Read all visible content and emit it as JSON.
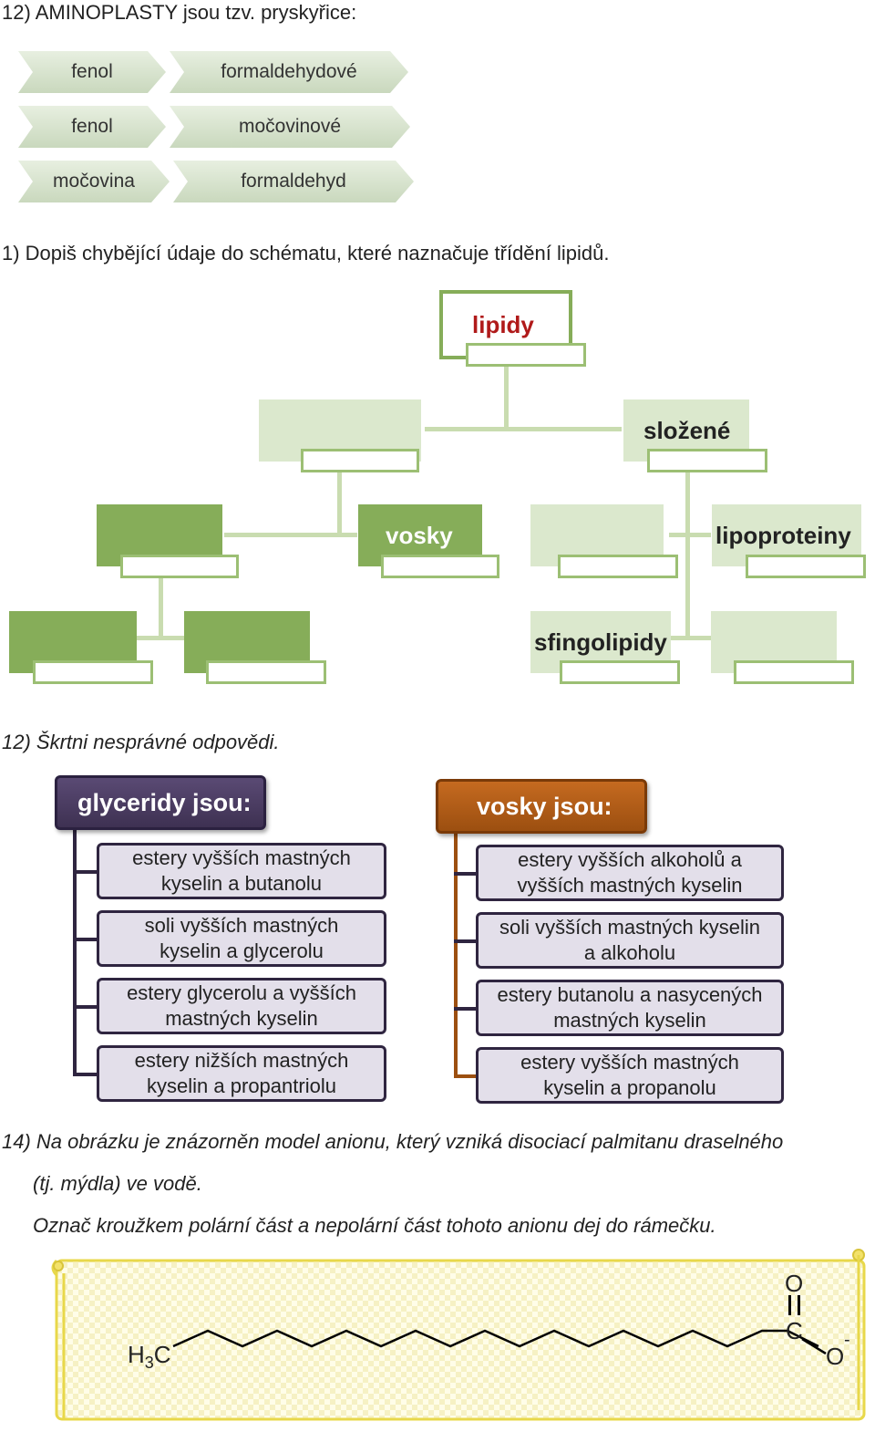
{
  "q12_aminoplasty": {
    "title": "12) AMINOPLASTY jsou tzv. pryskyřice:",
    "rows": [
      {
        "left": "fenol",
        "right": "formaldehydové"
      },
      {
        "left": "fenol",
        "right": "močovinové"
      },
      {
        "left": "močovina",
        "right": "formaldehyd"
      }
    ]
  },
  "q1_lipids": {
    "title": "1) Dopiš chybějící údaje do schématu, které naznačuje třídění lipidů.",
    "root": "lipidy",
    "slozene": "složené",
    "vosky": "vosky",
    "lipoproteiny": "lipoproteiny",
    "sfingolipidy": "sfingolipidy",
    "accent": "#86ad59"
  },
  "q12_skrtni": {
    "title": "12) Škrtni nesprávné odpovědi.",
    "glyceridy": {
      "header": "glyceridy jsou:",
      "items": [
        [
          "estery vyšších mastných",
          "kyselin a butanolu"
        ],
        [
          "soli vyšších mastných",
          "kyselin a glycerolu"
        ],
        [
          "estery glycerolu a vyšších",
          "mastných kyselin"
        ],
        [
          "estery nižších mastných",
          "kyselin a propantriolu"
        ]
      ]
    },
    "vosky": {
      "header": "vosky jsou:",
      "items": [
        [
          "estery vyšších alkoholů a",
          "vyšších mastných kyselin"
        ],
        [
          "soli vyšších mastných kyselin",
          "a alkoholu"
        ],
        [
          "estery butanolu a nasycených",
          "mastných kyselin"
        ],
        [
          "estery vyšších mastných",
          "kyselin a propanolu"
        ]
      ]
    }
  },
  "q14": {
    "line1": "14) Na obrázku je znázorněn model anionu, který vzniká disociací palmitanu draselného",
    "line2": "(tj. mýdla) ve vodě.",
    "line3": "Označ kroužkem polární část a nepolární část tohoto anionu dej do rámečku.",
    "formula": {
      "h": "H",
      "sub": "3",
      "c": "C",
      "carbon": "C",
      "oxygen_top": "O",
      "oxygen_bottom": "O",
      "charge": "-"
    }
  }
}
